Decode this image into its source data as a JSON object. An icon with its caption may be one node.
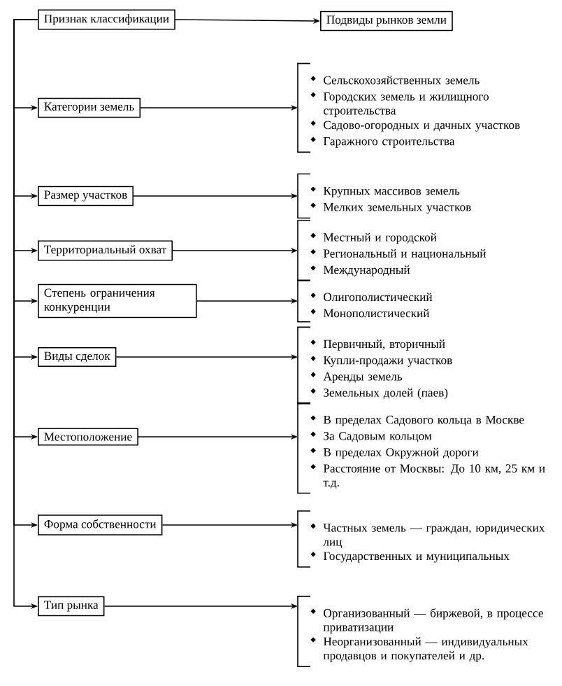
{
  "diagram": {
    "nodes": [
      {
        "text": [
          "Признак классификации"
        ]
      },
      {
        "text": [
          "Подвиды рынков земли"
        ]
      },
      {
        "text": [
          "Категории земель"
        ]
      },
      {
        "text": [
          "Сельскохозяйственных земель",
          "Городских земель и жилищного строительства",
          "Садово-огородных и дачных участков",
          "Гаражного строительства"
        ]
      },
      {
        "text": [
          "Размер участков"
        ]
      },
      {
        "text": [
          "Крупных массивов земель",
          "Мелких земельных участков"
        ]
      },
      {
        "text": [
          "Территориальный охват"
        ]
      },
      {
        "text": [
          "Местный и городской",
          "Региональный и национальный",
          "Международный"
        ]
      },
      {
        "text": [
          "Степень ограничения конкуренции"
        ]
      },
      {
        "text": [
          "Олигополистический",
          "Монополистический"
        ]
      },
      {
        "text": [
          "Виды сделок"
        ]
      },
      {
        "text": [
          "Первичный, вторичный",
          "Купли-продажи участков",
          "Аренды земель",
          "Земельных долей (паев)"
        ]
      },
      {
        "text": [
          "Местоположение"
        ]
      },
      {
        "text": [
          "В пределах Садового кольца в Москве",
          "За Садовым кольцом",
          "В пределах Окружной дороги",
          "Расстояние от Москвы: До 10 км, 25 км и т.д."
        ]
      },
      {
        "text": [
          "Форма собственности"
        ]
      },
      {
        "text": [
          "Частных земель — граждан, юридических лиц",
          "Государственных и муниципальных"
        ]
      },
      {
        "text": [
          "Тип рынка"
        ]
      },
      {
        "text": [
          "Организованный — биржевой, в процессе приватизации",
          "Неорганизованный — индивидуальных продавцов и покупателей и др."
        ]
      }
    ],
    "edges": [
      {
        "from": 0,
        "to": 1,
        "arrow": "to"
      },
      {
        "from": 0,
        "to": 2,
        "arrow": "to"
      },
      {
        "from": 2,
        "to": 3,
        "arrow": "to"
      },
      {
        "from": 0,
        "to": 4,
        "arrow": "to"
      },
      {
        "from": 4,
        "to": 5,
        "arrow": "to"
      },
      {
        "from": 0,
        "to": 6,
        "arrow": "to"
      },
      {
        "from": 6,
        "to": 7,
        "arrow": "to"
      },
      {
        "from": 0,
        "to": 8,
        "arrow": "to"
      },
      {
        "from": 8,
        "to": 9,
        "arrow": "to"
      },
      {
        "from": 0,
        "to": 10,
        "arrow": "to"
      },
      {
        "from": 10,
        "to": 11,
        "arrow": "to"
      },
      {
        "from": 0,
        "to": 12,
        "arrow": "to"
      },
      {
        "from": 12,
        "to": 13,
        "arrow": "to"
      },
      {
        "from": 0,
        "to": 14,
        "arrow": "to"
      },
      {
        "from": 14,
        "to": 15,
        "arrow": "to"
      },
      {
        "from": 0,
        "to": 16,
        "arrow": "to"
      },
      {
        "from": 16,
        "to": 17,
        "arrow": "to"
      }
    ]
  }
}
